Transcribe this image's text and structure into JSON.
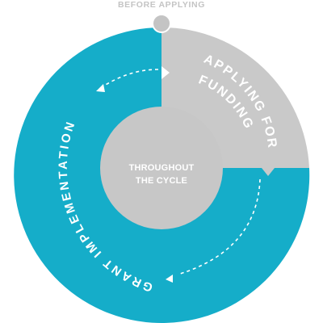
{
  "top_label": "BEFORE APPLYING",
  "center": {
    "line1": "THROUGHOUT",
    "line2": "THE CYCLE"
  },
  "segments": {
    "applying": {
      "line1": "APPLYING FOR",
      "line2": "FUNDING"
    },
    "grant": {
      "label": "GRANT IMPLEMENTATION"
    }
  },
  "colors": {
    "teal": "#15adc9",
    "gray": "#c9c9c9",
    "center_gray": "#c7c7c7",
    "dot_gray": "#c4c4c4",
    "white": "#ffffff"
  }
}
